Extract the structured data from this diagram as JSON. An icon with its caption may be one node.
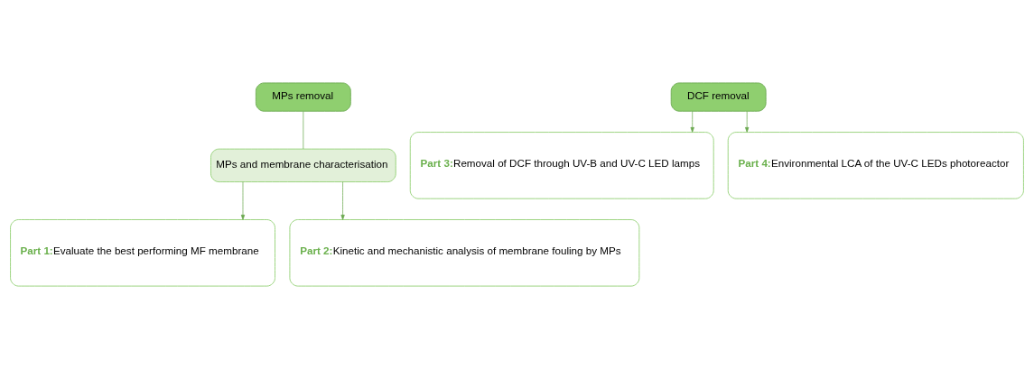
{
  "diagram": {
    "nodes": [
      {
        "text": [
          "MPs removal"
        ]
      },
      {
        "text": [
          "MPs and membrane characterisation"
        ]
      },
      {
        "text": [
          "Part 1:",
          "Evaluate the best performing MF membrane"
        ]
      },
      {
        "text": [
          "Part 2:",
          "Kinetic and mechanistic analysis of membrane fouling by MPs"
        ]
      },
      {
        "text": [
          "DCF removal"
        ]
      },
      {
        "text": [
          "Part 3:",
          "Removal of DCF through UV-B and UV-C LED lamps"
        ]
      },
      {
        "text": [
          "Part 4:",
          "Environmental LCA of the UV-C LEDs photoreactor"
        ]
      }
    ],
    "edges": [
      {
        "from": 0,
        "to": 1,
        "arrow": "none"
      },
      {
        "from": 1,
        "to": 2,
        "arrow": "to"
      },
      {
        "from": 1,
        "to": 3,
        "arrow": "to"
      },
      {
        "from": 4,
        "to": 5,
        "arrow": "to"
      },
      {
        "from": 4,
        "to": 6,
        "arrow": "to"
      }
    ]
  }
}
